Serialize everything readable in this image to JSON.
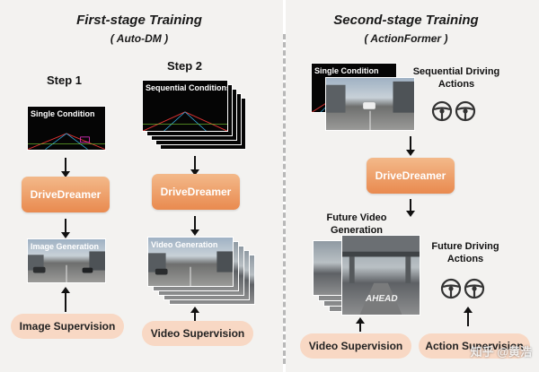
{
  "first_stage": {
    "title": "First-stage Training",
    "subtitle": "( Auto-DM )",
    "step1": "Step 1",
    "step2": "Step 2",
    "single_condition": "Single Condition",
    "sequential_conditions": "Sequential Conditions",
    "model1": "DriveDreamer",
    "model2": "DriveDreamer",
    "image_generation": "Image Generation",
    "video_generation": "Video Generation",
    "image_supervision": "Image Supervision",
    "video_supervision": "Video Supervision"
  },
  "second_stage": {
    "title": "Second-stage Training",
    "subtitle": "( ActionFormer )",
    "single_condition": "Single Condition",
    "sequential_actions": "Sequential Driving Actions",
    "model": "DriveDreamer",
    "future_video": "Future Video Generation",
    "future_actions": "Future Driving Actions",
    "video_supervision": "Video Supervision",
    "action_supervision": "Action Supervision",
    "road_marking": "AHEAD"
  },
  "watermark": "知乎 @黄浩",
  "icons": [
    "steering-wheel-icon"
  ],
  "colors": {
    "model_box": "#e98a4f",
    "supervision_pill": "#f8d8c4",
    "panel": "#f3f2f0"
  }
}
